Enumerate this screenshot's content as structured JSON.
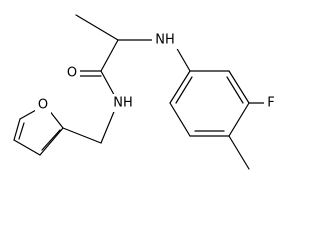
{
  "molecule": {
    "atom_labels": {
      "carbonyl_oxygen": "O",
      "amine_nh": "NH",
      "amide_nh": "NH",
      "furan_oxygen": "O",
      "fluorine": "F"
    }
  },
  "colors": {
    "bond": "#000000",
    "background": "#ffffff"
  }
}
